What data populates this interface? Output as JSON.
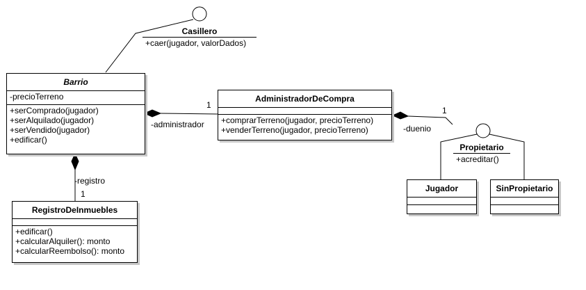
{
  "casillero": {
    "name": "Casillero",
    "ops": [
      "+caer(jugador, valorDados)"
    ]
  },
  "barrio": {
    "name": "Barrio",
    "attrs": [
      "-precioTerreno"
    ],
    "ops": [
      "+serComprado(jugador)",
      "+serAlquilado(jugador)",
      "+serVendido(jugador)",
      "+edificar()"
    ]
  },
  "administrador": {
    "name": "AdministradorDeCompra",
    "ops": [
      "+comprarTerreno(jugador, precioTerreno)",
      "+venderTerreno(jugador, precioTerreno)"
    ]
  },
  "registro": {
    "name": "RegistroDeInmuebles",
    "ops": [
      "+edificar()",
      "+calcularAlquiler(): monto",
      "+calcularReembolso(): monto"
    ]
  },
  "propietario": {
    "name": "Propietario",
    "ops": [
      "+acreditar()"
    ]
  },
  "jugador": {
    "name": "Jugador"
  },
  "sinpropietario": {
    "name": "SinPropietario"
  },
  "labels": {
    "admin_role": "-administrador",
    "admin_mult": "1",
    "registro_role": "-registro",
    "registro_mult": "1",
    "duenio_role": "-duenio",
    "duenio_mult": "1"
  }
}
